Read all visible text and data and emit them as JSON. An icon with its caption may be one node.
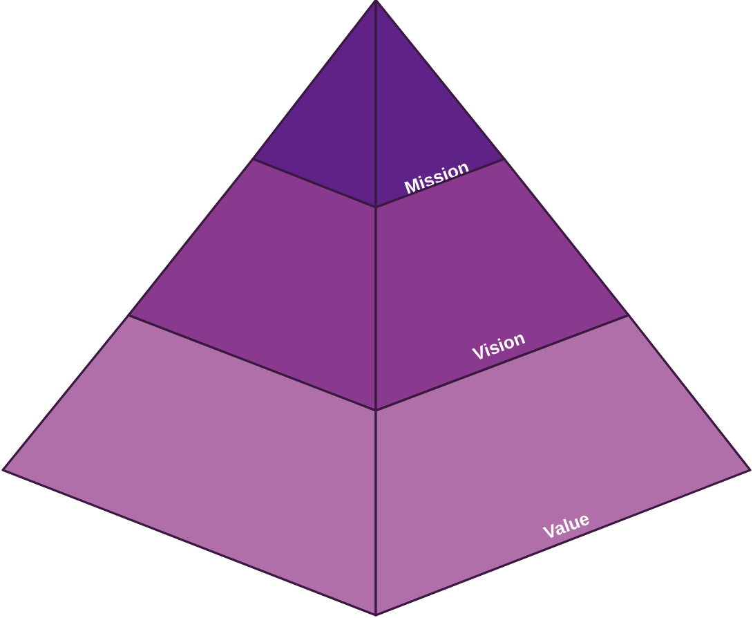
{
  "diagram": {
    "nodes": [
      {
        "text": [
          "Mission"
        ]
      },
      {
        "text": [
          "Vision"
        ]
      },
      {
        "text": [
          "Value"
        ]
      }
    ]
  }
}
